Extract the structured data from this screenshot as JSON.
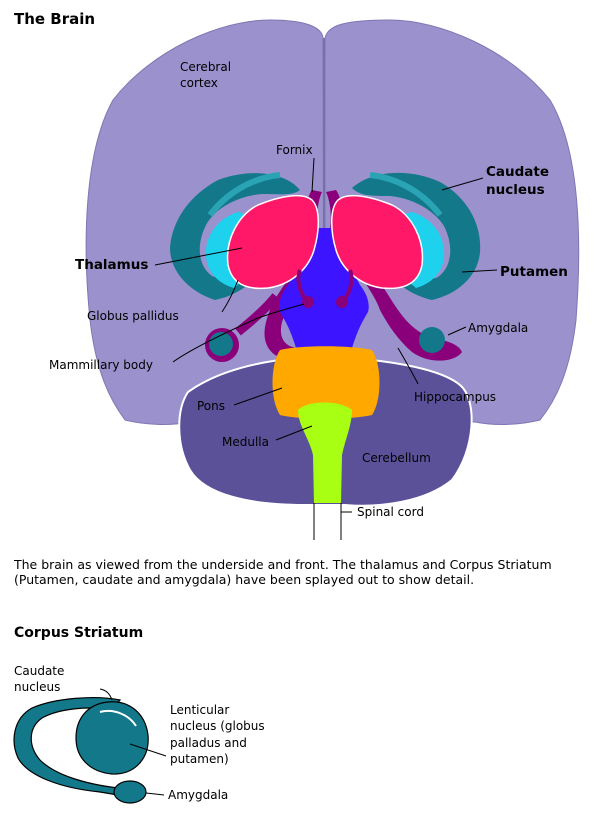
{
  "title": "The Brain",
  "caption": "The brain as viewed from the underside and front.  The thalamus and Corpus Striatum (Putamen, caudate and amygdala) have been splayed out to show detail.",
  "subtitle": "Corpus Striatum",
  "brain_labels": {
    "cerebral_cortex_1": "Cerebral",
    "cerebral_cortex_2": "cortex",
    "fornix": "Fornix",
    "caudate_1": "Caudate",
    "caudate_2": "nucleus",
    "thalamus": "Thalamus",
    "putamen": "Putamen",
    "globus_pallidus": "Globus pallidus",
    "amygdala": "Amygdala",
    "mammillary": "Mammillary body",
    "hippocampus": "Hippocampus",
    "pons": "Pons",
    "medulla": "Medulla",
    "cerebellum": "Cerebellum",
    "spinal_cord": "Spinal cord"
  },
  "striatum_labels": {
    "caudate_1": "Caudate",
    "caudate_2": "nucleus",
    "lenticular_1": "Lenticular",
    "lenticular_2": "nucleus (globus",
    "lenticular_3": "palladus and",
    "lenticular_4": "putamen)",
    "amygdala": "Amygdala"
  },
  "colors": {
    "cortex": "#9b91cc",
    "cerebellum": "#5b5199",
    "striatum": "#12788a",
    "pallidus": "#1ed2ee",
    "thalamus": "#ff1868",
    "purple": "#8a007a",
    "brainstem": "#3c14ff",
    "pons": "#ffa800",
    "medulla": "#a8ff14"
  }
}
